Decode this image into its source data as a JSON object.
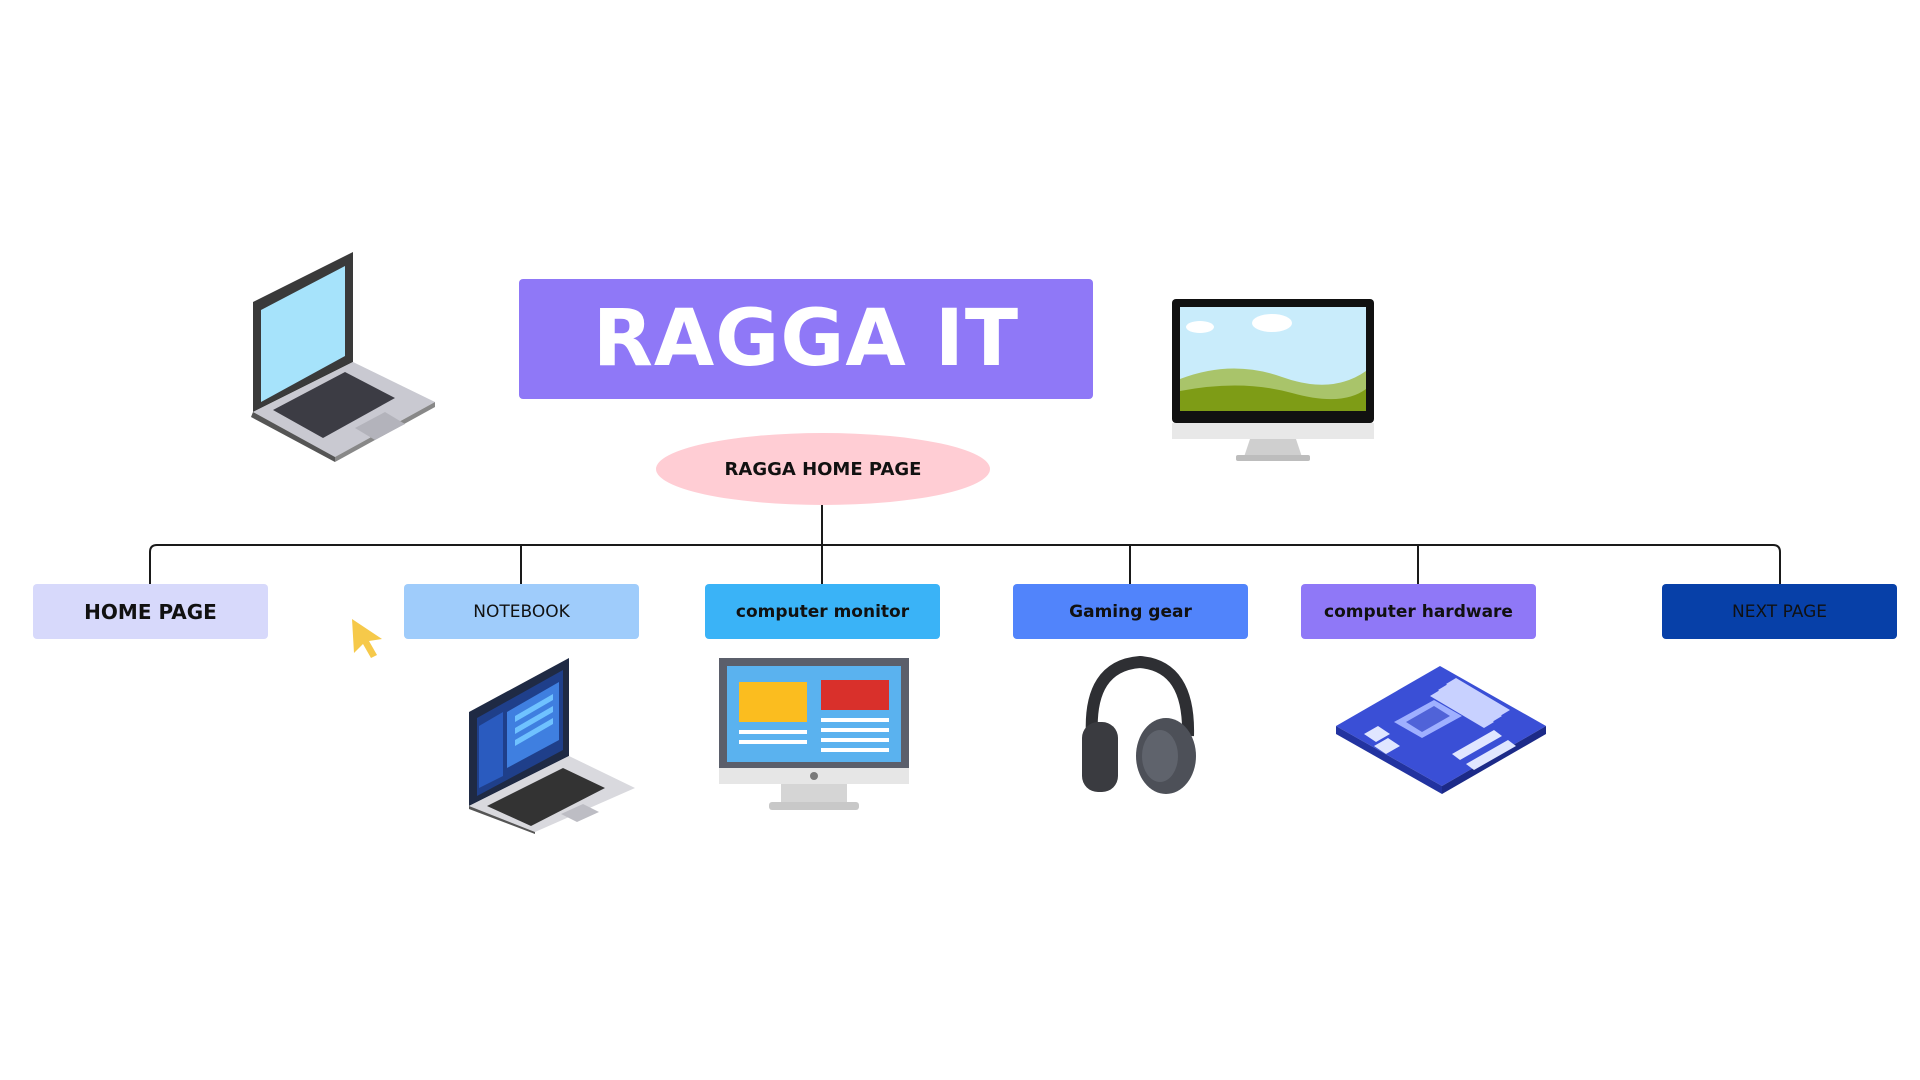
{
  "title": "RAGGA IT",
  "home_node": "RAGGA HOME PAGE",
  "nav": [
    {
      "label": "HOME PAGE",
      "color": "#d7d9fb"
    },
    {
      "label": "NOTEBOOK",
      "color": "#9fccfb"
    },
    {
      "label": "computer monitor",
      "color": "#3ab3f7"
    },
    {
      "label": "Gaming gear",
      "color": "#5184fb"
    },
    {
      "label": "computer hardware",
      "color": "#8f78f7"
    },
    {
      "label": "NEXT PAGE",
      "color": "#0740a8"
    }
  ],
  "icons": [
    "laptop-icon",
    "desktop-monitor-icon",
    "cursor-pointer-icon",
    "notebook-laptop-icon",
    "computer-monitor-icon",
    "headphones-icon",
    "motherboard-icon"
  ],
  "accent_colors": {
    "title": "#8f78f7",
    "ellipse": "#ffcdd4",
    "cursor": "#f6c94a"
  }
}
